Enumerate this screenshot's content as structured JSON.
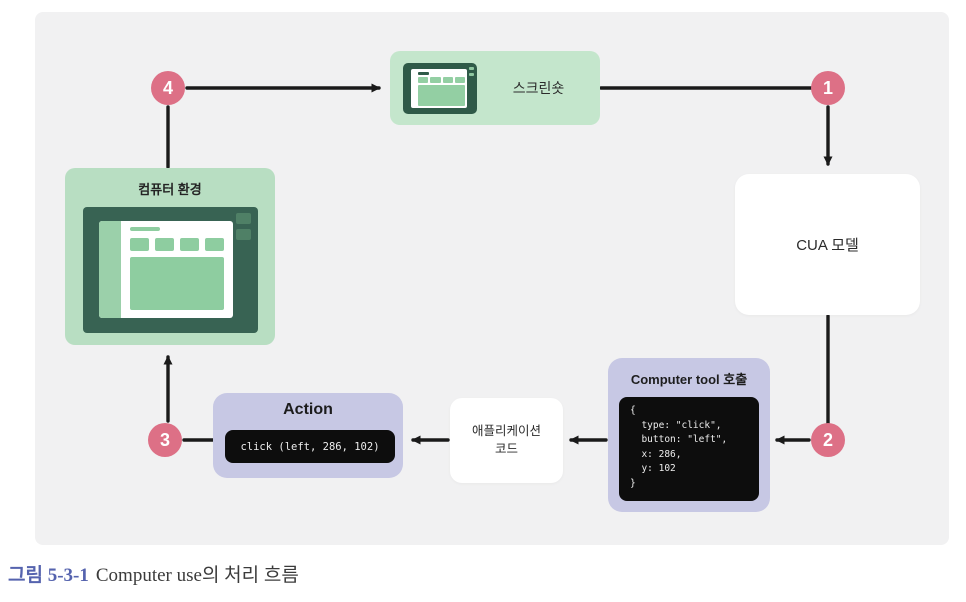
{
  "figure": {
    "caption_label": "그림 5-3-1",
    "caption_text": "Computer use의 처리 흐름"
  },
  "steps": {
    "one": "1",
    "two": "2",
    "three": "3",
    "four": "4"
  },
  "nodes": {
    "screenshot": {
      "label": "스크린숏"
    },
    "computer_env": {
      "title": "컴퓨터 환경"
    },
    "cua_model": {
      "label": "CUA 모델"
    },
    "computer_tool": {
      "title": "Computer tool 호출",
      "code": "{\n  type: \"click\",\n  button: \"left\",\n  x: 286,\n  y: 102\n}"
    },
    "app_code": {
      "line1": "애플리케이션",
      "line2": "코드"
    },
    "action": {
      "title": "Action",
      "code": "click (left, 286, 102)"
    }
  },
  "colors": {
    "diagram_bg": "#f1f1f2",
    "green_box": "#c4e6cc",
    "green_box_env": "#b8dec2",
    "monitor_frame": "#386353",
    "monitor_green": "#8ecda0",
    "lavender_box": "#c7c8e4",
    "step_circle": "#dd7086",
    "code_bg": "#0d0d0d",
    "arrow": "#1a1a1a",
    "caption_accent": "#5563ae"
  }
}
